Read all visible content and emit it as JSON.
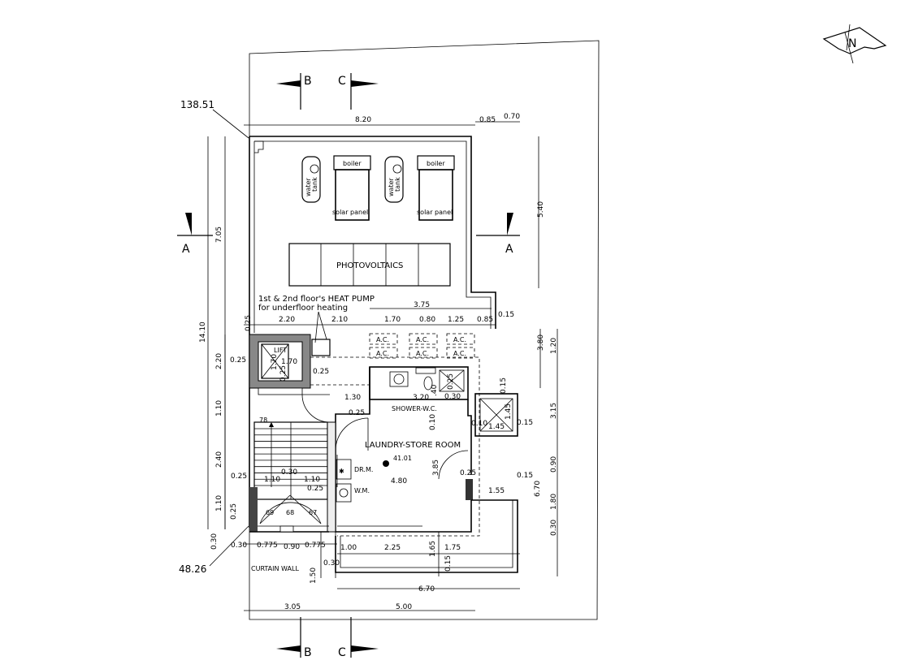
{
  "labels": {
    "elev_top": "138.51",
    "elev_bottom": "48.26",
    "photovoltaics": "PHOTOVOLTAICS",
    "boiler": "boiler",
    "solar_panel": "solar panel",
    "water_tank_line1": "water",
    "water_tank_line2": "tank",
    "heat_pump_line1": "1st & 2nd floor's HEAT PUMP",
    "heat_pump_line2": "for underfloor heating",
    "lift": "LIFT",
    "ac": "A.C.",
    "shower_wc": "SHOWER-W.C.",
    "laundry": "LAUNDRY-STORE ROOM",
    "dr_m": "DR.M.",
    "w_m": "W.M.",
    "level": "41.01",
    "curtain_wall": "CURTAIN WALL",
    "north": "N",
    "section_a": "A",
    "section_b": "B",
    "section_c": "C",
    "step_78": "78",
    "step_69": "69",
    "step_68": "68",
    "step_67": "67"
  },
  "dims": {
    "d8_20": "8.20",
    "d0_85": "0.85",
    "d0_70": "0.70",
    "d5_40": "5.40",
    "d14_10": "14.10",
    "d7_05": "7.05",
    "d2_20a": "2.20",
    "d2_10": "2.10",
    "d3_75": "3.75",
    "d1_70": "1.70",
    "d0_80": "0.80",
    "d1_25": "1.25",
    "d0_85b": "0.85",
    "d0_15a": "0.15",
    "d3_80": "3.80",
    "d1_20": "1.20",
    "d0_25a": "0.25",
    "d0_25b": "0.25",
    "d2_20b": "2.20",
    "d1_70b": "1.70",
    "d1_70c": "1.70",
    "d0_25c": "0.25",
    "d1_10a": "1.10",
    "d1_30": "1.30",
    "d3_20": "3.20",
    "d0_40": ".40",
    "d0_25d": "0.25",
    "d0_30a": "0.30",
    "d0_25e": "0.25",
    "d0_10a": "0.10",
    "d0_10b": "0.10",
    "d1_45a": "1.45",
    "d1_45b": "1.45",
    "d0_15b": "0.15",
    "d0_15c": "0.15",
    "d3_15": "3.15",
    "d2_40": "2.40",
    "d0_25f": "0.25",
    "d0_30b": "0.30",
    "d1_10b": "1.10",
    "d1_10c": "1.10",
    "d0_25g": "0.25",
    "d3_85": "3.85",
    "d4_80": "4.80",
    "d0_25h": "0.25",
    "d0_15d": "0.15",
    "d1_55": "1.55",
    "d0_90a": "0.90",
    "d6_70a": "6.70",
    "d1_10d": "1.10",
    "d0_25i": "0.25",
    "d0_25j": "0.25",
    "d1_80": "1.80",
    "d0_30c": "0.30",
    "d0_30d": "0.30",
    "d0_30e": "0.30",
    "d0_775a": "0.775",
    "d0_90b": "0.90",
    "d0_775b": "0.775",
    "d1_00": "1.00",
    "d2_25": "2.25",
    "d1_65": "1.65",
    "d1_75": "1.75",
    "d0_15e": "0.15",
    "d1_50": "1.50",
    "d0_30f": "0.30",
    "d6_70b": "6.70",
    "d3_05": "3.05",
    "d5_00": "5.00",
    "d0_30g": "0.30"
  }
}
